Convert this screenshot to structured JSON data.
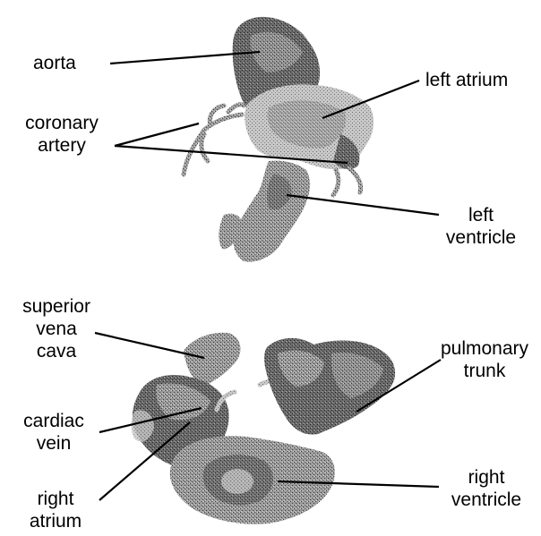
{
  "figure": {
    "top_panel": {
      "labels": {
        "aorta": "aorta",
        "left_atrium": "left atrium",
        "coronary_artery": [
          "coronary",
          "artery"
        ],
        "left_ventricle": [
          "left",
          "ventricle"
        ]
      }
    },
    "bottom_panel": {
      "labels": {
        "superior_vena_cava": [
          "superior",
          "vena",
          "cava"
        ],
        "pulmonary_trunk": [
          "pulmonary",
          "trunk"
        ],
        "cardiac_vein": [
          "cardiac",
          "vein"
        ],
        "right_atrium": [
          "right",
          "atrium"
        ],
        "right_ventricle": [
          "right",
          "ventricle"
        ]
      }
    }
  }
}
